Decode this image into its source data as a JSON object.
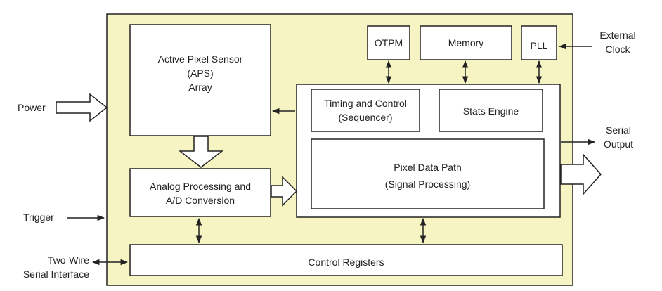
{
  "colors": {
    "chip_fill": "#f7f4c3",
    "block_fill": "#ffffff",
    "stroke": "#222222"
  },
  "external": {
    "power": "Power",
    "trigger": "Trigger",
    "two_wire": [
      "Two-Wire",
      "Serial Interface"
    ],
    "external_clock": [
      "External",
      "Clock"
    ],
    "serial_output": [
      "Serial",
      "Output"
    ]
  },
  "blocks": {
    "aps": [
      "Active Pixel Sensor",
      "(APS)",
      "Array"
    ],
    "analog": [
      "Analog Processing and",
      "A/D Conversion"
    ],
    "otpm": "OTPM",
    "memory": "Memory",
    "pll": "PLL",
    "timing": [
      "Timing and Control",
      "(Sequencer)"
    ],
    "stats": "Stats Engine",
    "pixel_path": [
      "Pixel Data Path",
      "(Signal Processing)"
    ],
    "control_registers": "Control Registers"
  }
}
